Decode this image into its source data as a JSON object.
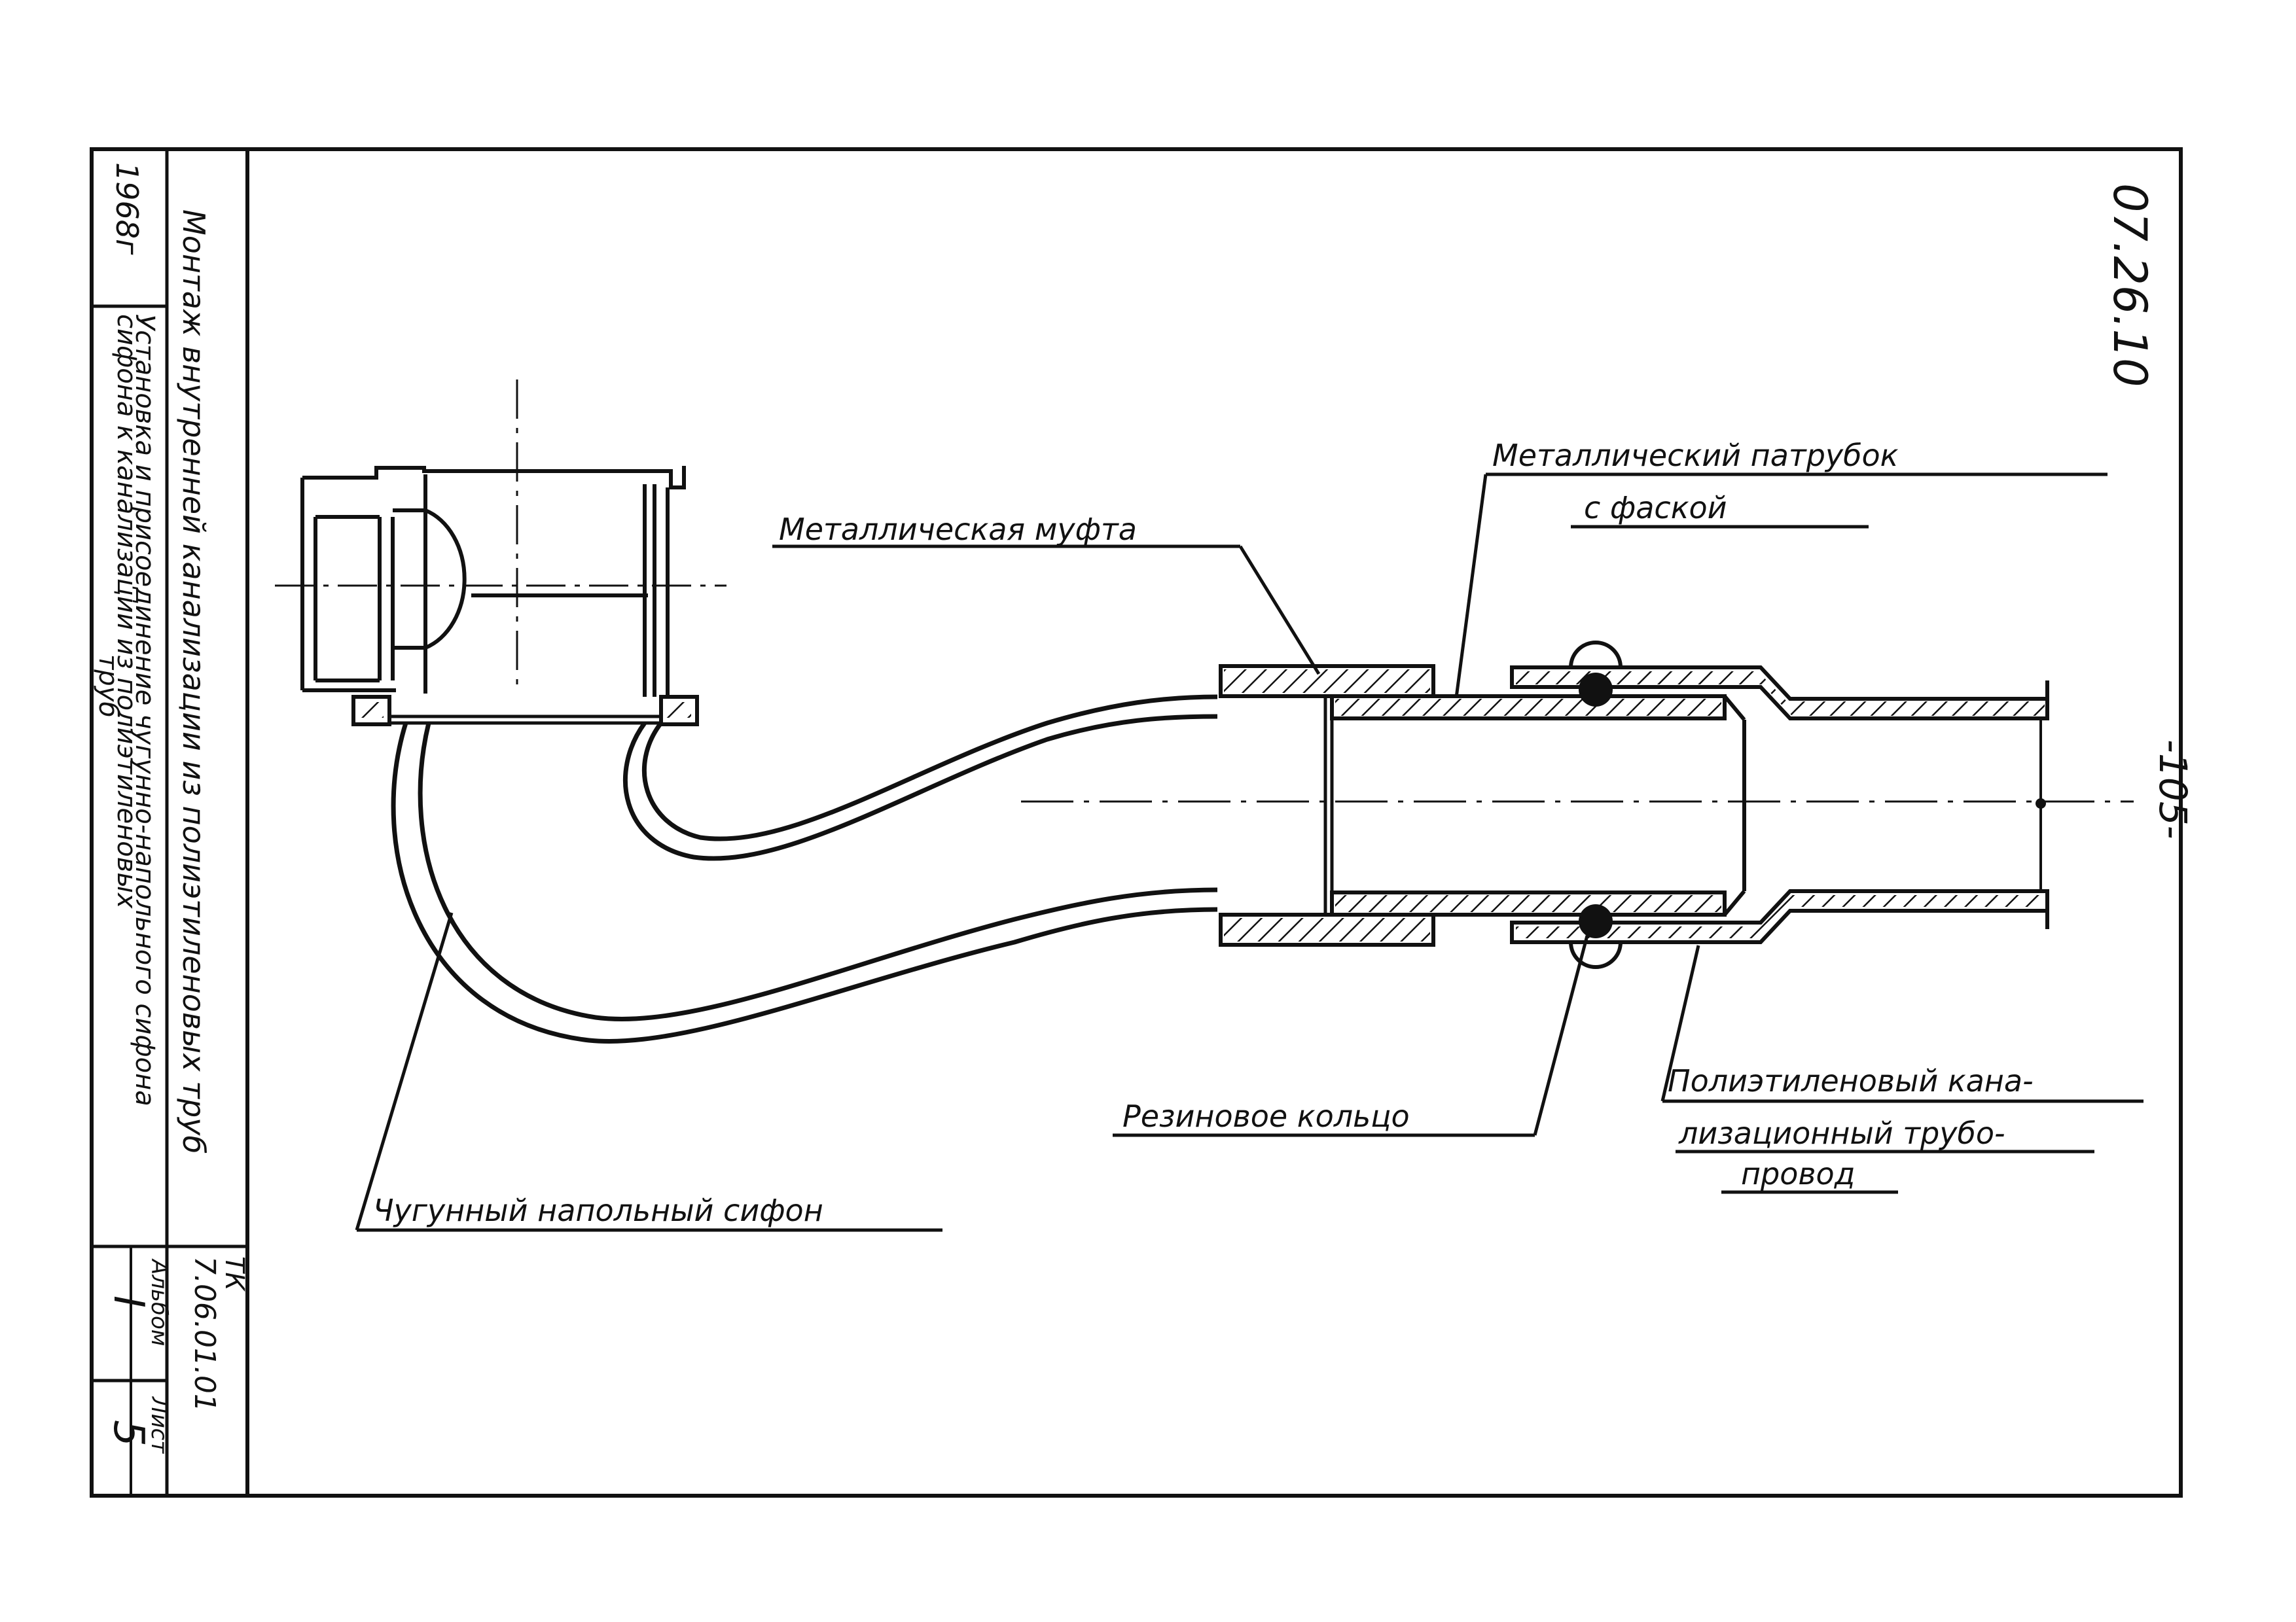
{
  "drawing_code": "07.26.10",
  "page_number": "-105-",
  "title_block": {
    "year": "1968г",
    "main_title": "Монтаж внутренней канализации из полиэтиленовых труб",
    "sheet_title_line1": "Установка и присоединение чугунно-напольного сифона",
    "sheet_title_line2": "сифона к канализации из полиэтиленовых",
    "sheet_title_line3": "труб",
    "album_code_prefix": "ТК",
    "album_code": "7.06.01.01",
    "album_label": "Альбом",
    "album_value": "I",
    "sheet_label": "Лист",
    "sheet_value": "5"
  },
  "labels": {
    "metal_coupling": "Металлическая муфта",
    "metal_pipe_line1": "Металлический патрубок",
    "metal_pipe_line2": "с фаской",
    "rubber_ring": "Резиновое кольцо",
    "pe_pipeline_line1": "Полиэтиленовый кана-",
    "pe_pipeline_line2": "лизационный трубо-",
    "pe_pipeline_line3": "провод",
    "cast_iron_siphon": "Чугунный напольный сифон"
  },
  "colors": {
    "ink": "#111111",
    "paper": "#ffffff"
  }
}
